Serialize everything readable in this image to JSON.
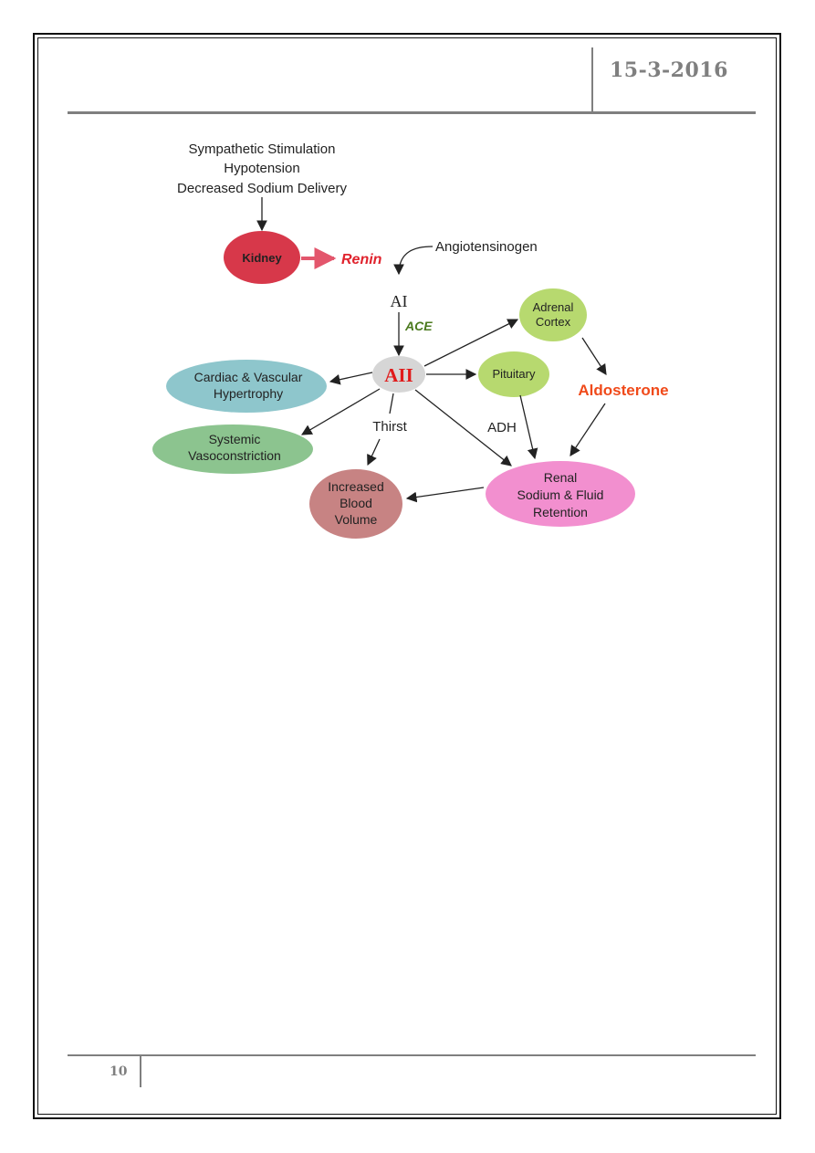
{
  "header": {
    "date": "15-3-2016"
  },
  "footer": {
    "page_number": "10"
  },
  "diagram": {
    "triggers": [
      "Sympathetic Stimulation",
      "Hypotension",
      "Decreased Sodium Delivery"
    ],
    "kidney": "Kidney",
    "renin": "Renin",
    "angiotensinogen": "Angiotensinogen",
    "ai": "AI",
    "ace": "ACE",
    "aii": "AII",
    "adrenal_cortex": [
      "Adrenal",
      "Cortex"
    ],
    "pituitary": "Pituitary",
    "aldosterone": "Aldosterone",
    "cardiac": [
      "Cardiac & Vascular",
      "Hypertrophy"
    ],
    "systemic": [
      "Systemic",
      "Vasoconstriction"
    ],
    "thirst": "Thirst",
    "adh": "ADH",
    "blood_volume": [
      "Increased",
      "Blood",
      "Volume"
    ],
    "renal": [
      "Renal",
      "Sodium & Fluid",
      "Retention"
    ],
    "colors": {
      "kidney": "#d7384a",
      "renin": "#e0232d",
      "ace": "#4b7a1e",
      "aii_text": "#e01b1b",
      "aii_fill": "#d6d6d6",
      "adrenal": "#b7d96f",
      "pituitary": "#b7d96f",
      "aldosterone": "#f04a1a",
      "cardiac": "#8ec6cc",
      "systemic": "#8cc48f",
      "blood_volume": "#c78383",
      "renal": "#f28fcf"
    }
  }
}
